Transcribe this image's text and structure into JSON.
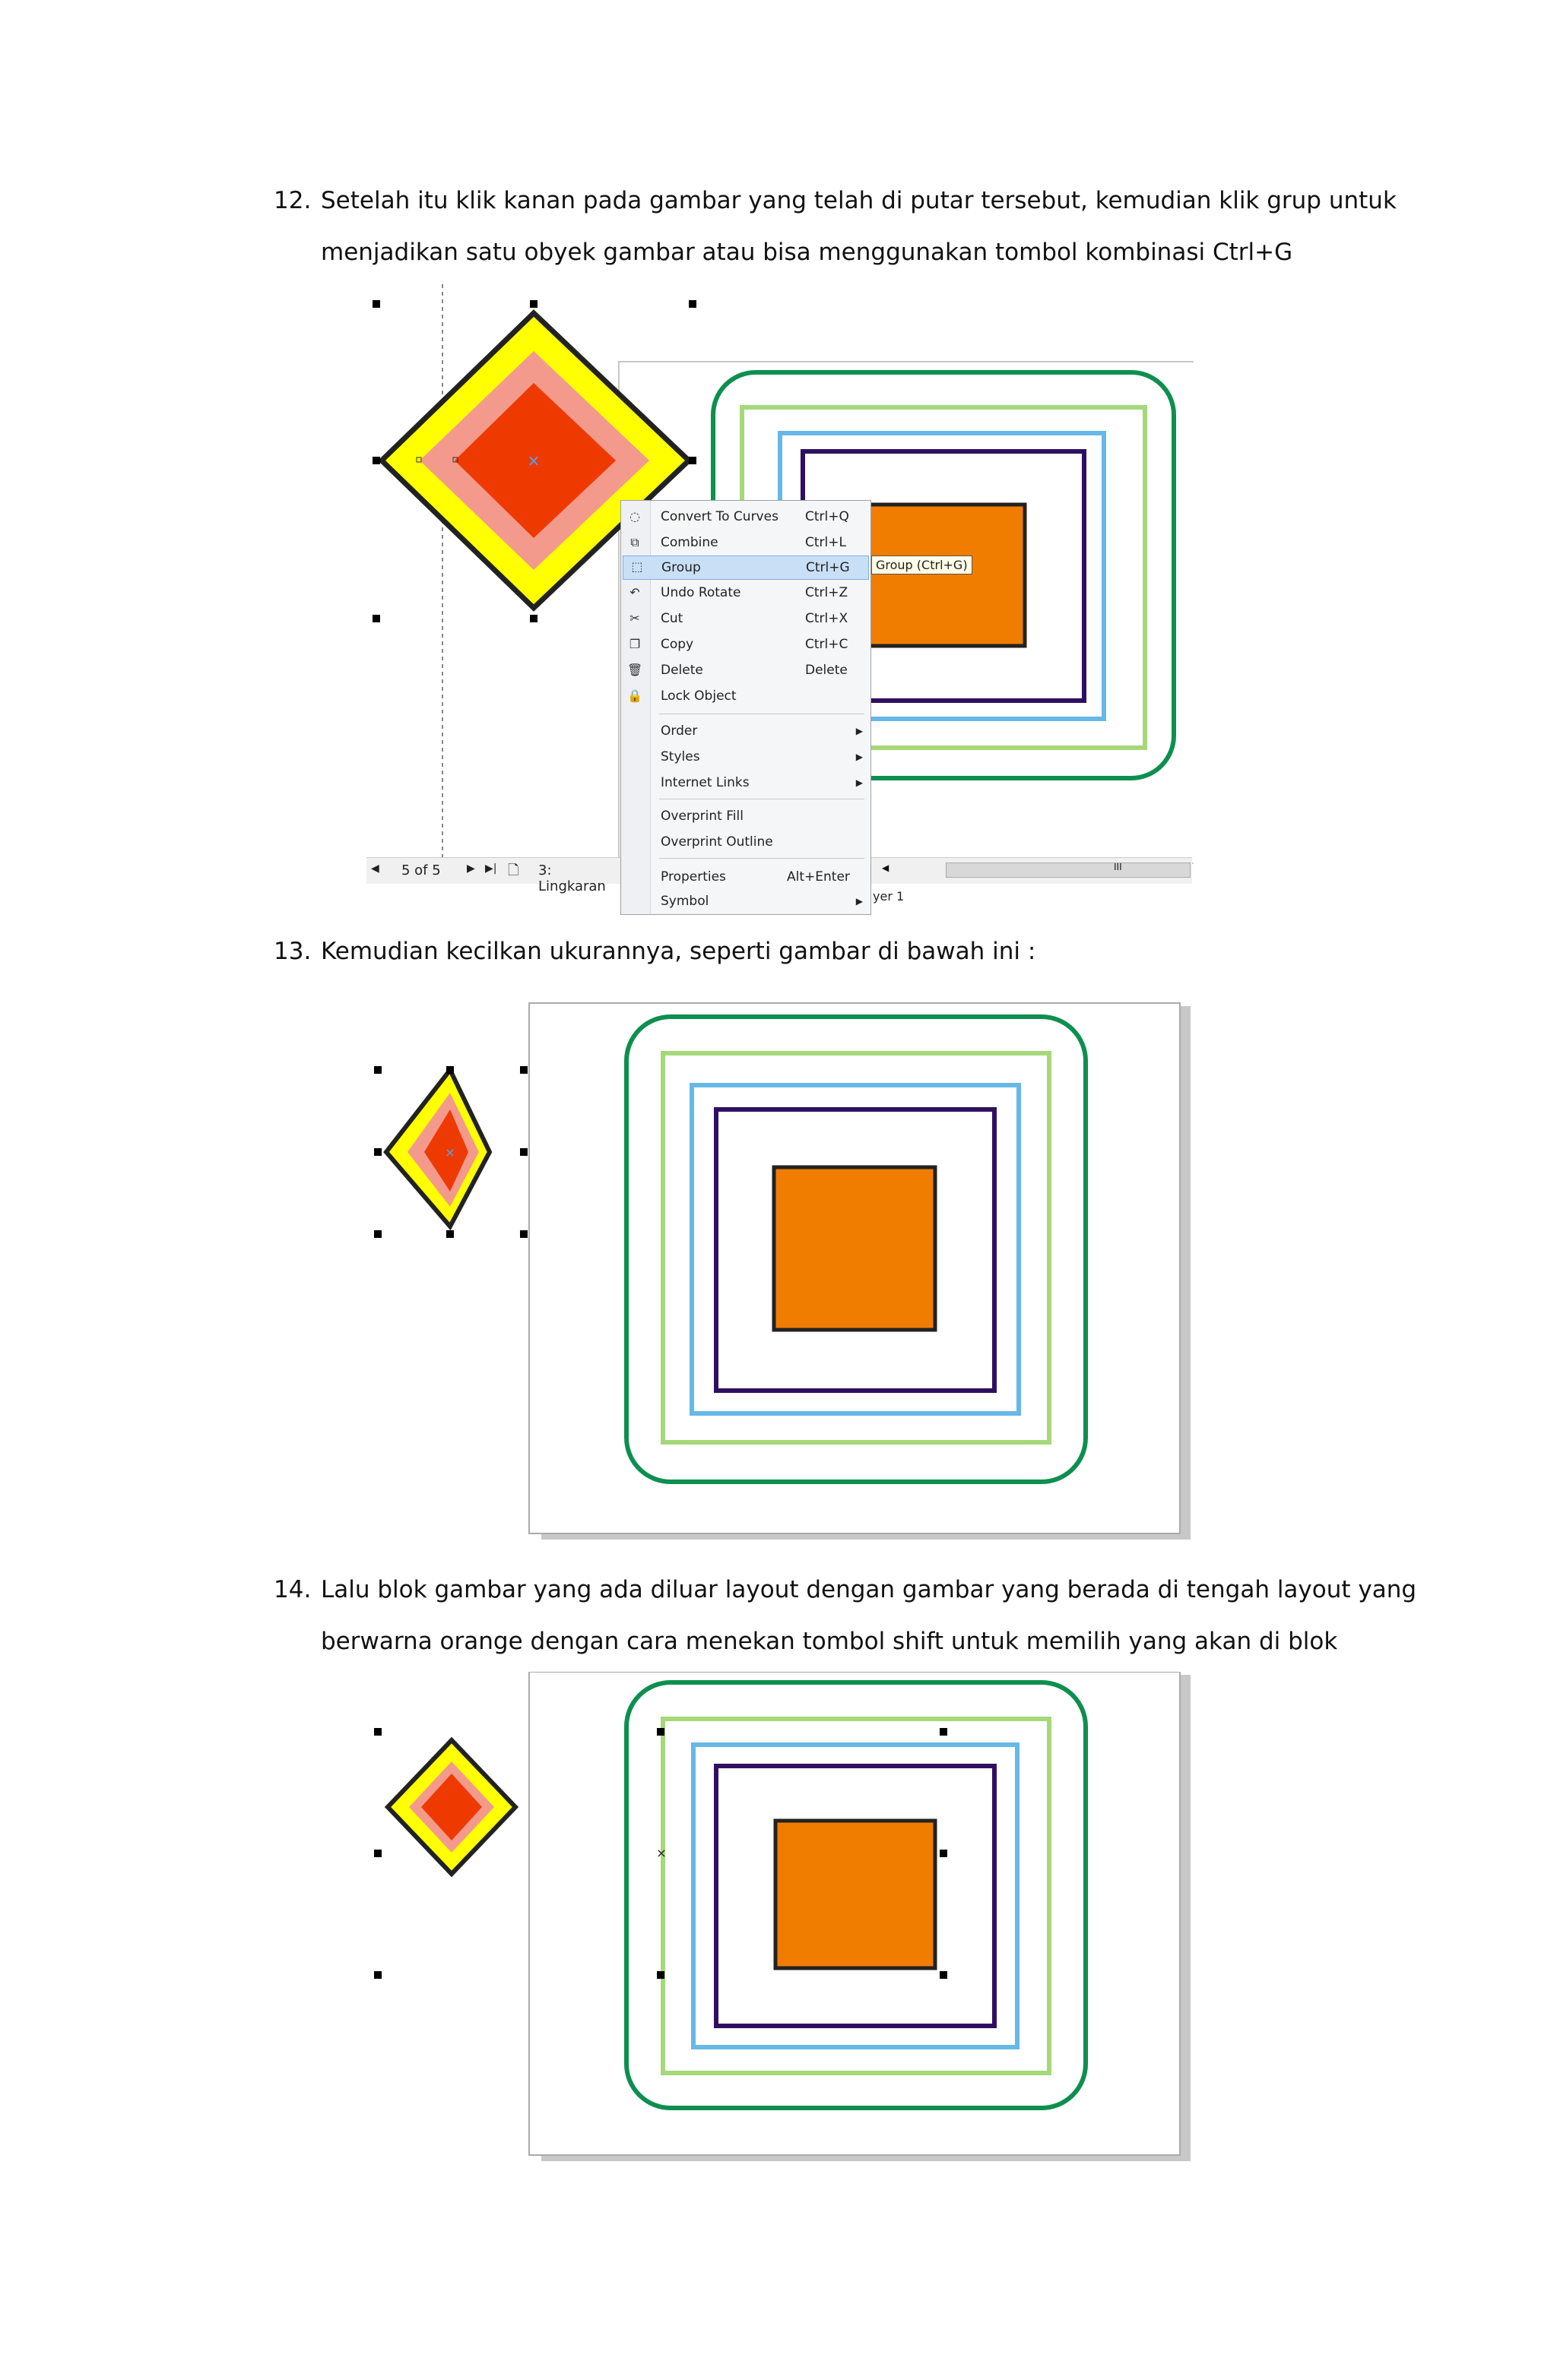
{
  "steps": [
    {
      "number": "12.",
      "line1": "Setelah itu klik kanan pada gambar yang telah di putar tersebut, kemudian klik grup untuk",
      "line2": "menjadikan satu obyek gambar atau bisa menggunakan tombol kombinasi Ctrl+G"
    },
    {
      "number": "13.",
      "line1": "Kemudian kecilkan ukurannya, seperti gambar di bawah ini :"
    },
    {
      "number": "14.",
      "line1": "Lalu blok gambar yang ada diluar layout dengan gambar yang berada di tengah layout yang",
      "line2": "berwarna orange dengan cara menekan tombol shift untuk memilih yang akan di blok"
    }
  ],
  "context_menu": {
    "items": [
      {
        "label": "Convert To Curves",
        "shortcut": "Ctrl+Q",
        "icon": "convert-curves-icon"
      },
      {
        "label": "Combine",
        "shortcut": "Ctrl+L",
        "icon": "combine-icon"
      },
      {
        "label": "Group",
        "shortcut": "Ctrl+G",
        "icon": "group-icon",
        "highlighted": true
      },
      {
        "label": "Undo Rotate",
        "shortcut": "Ctrl+Z",
        "icon": "undo-icon"
      },
      {
        "label": "Cut",
        "shortcut": "Ctrl+X",
        "icon": "scissors-icon"
      },
      {
        "label": "Copy",
        "shortcut": "Ctrl+C",
        "icon": "copy-icon"
      },
      {
        "label": "Delete",
        "shortcut": "Delete",
        "icon": "trash-icon"
      },
      {
        "label": "Lock Object",
        "shortcut": "",
        "icon": "lock-icon"
      },
      {
        "label": "Order",
        "submenu": true
      },
      {
        "label": "Styles",
        "submenu": true
      },
      {
        "label": "Internet Links",
        "submenu": true
      },
      {
        "label": "Overprint Fill"
      },
      {
        "label": "Overprint Outline"
      },
      {
        "label": "Properties",
        "shortcut": "Alt+Enter"
      },
      {
        "label": "Symbol",
        "submenu": true
      }
    ],
    "tooltip": "Group (Ctrl+G)"
  },
  "status": {
    "page_counter": "5 of 5",
    "page_tab": "3: Lingkaran",
    "layer": "yer 1",
    "scroll_marker": "III"
  },
  "colors": {
    "yellow": "#ffff00",
    "pink": "#f49a8c",
    "red": "#ee3a00",
    "orange": "#f07d00",
    "green": "#0d8f4f",
    "light_green": "#a6d87a",
    "light_blue": "#66b8e6",
    "purple": "#2f1060"
  }
}
